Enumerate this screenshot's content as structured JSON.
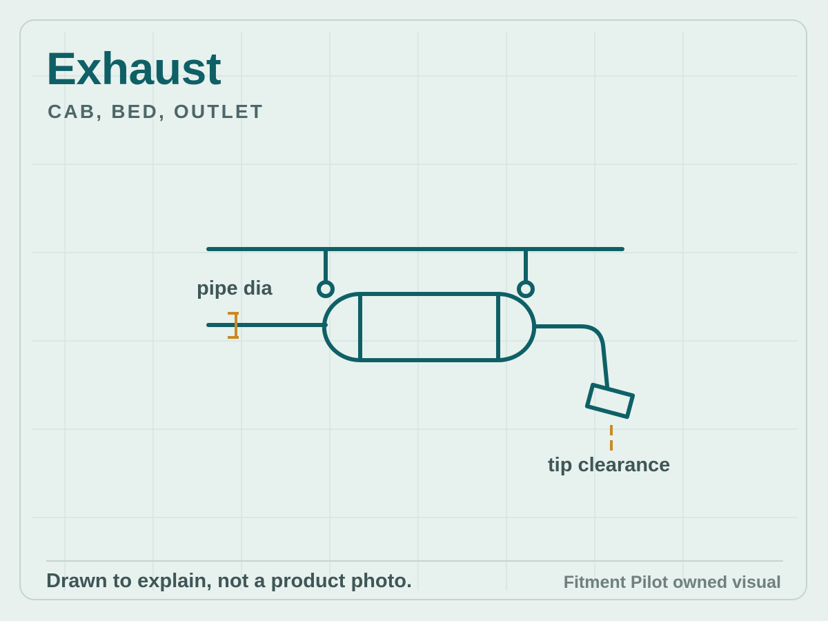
{
  "card": {
    "title": "Exhaust",
    "subtitle": "CAB, BED, OUTLET"
  },
  "diagram": {
    "labels": {
      "pipe_dia": "pipe dia",
      "tip_clearance": "tip clearance"
    },
    "colors": {
      "line": "#0e6066",
      "measure": "#c98a24",
      "grid": "#d6e5e0"
    }
  },
  "footer": {
    "note": "Drawn to explain, not a product photo.",
    "credit": "Fitment Pilot owned visual"
  }
}
